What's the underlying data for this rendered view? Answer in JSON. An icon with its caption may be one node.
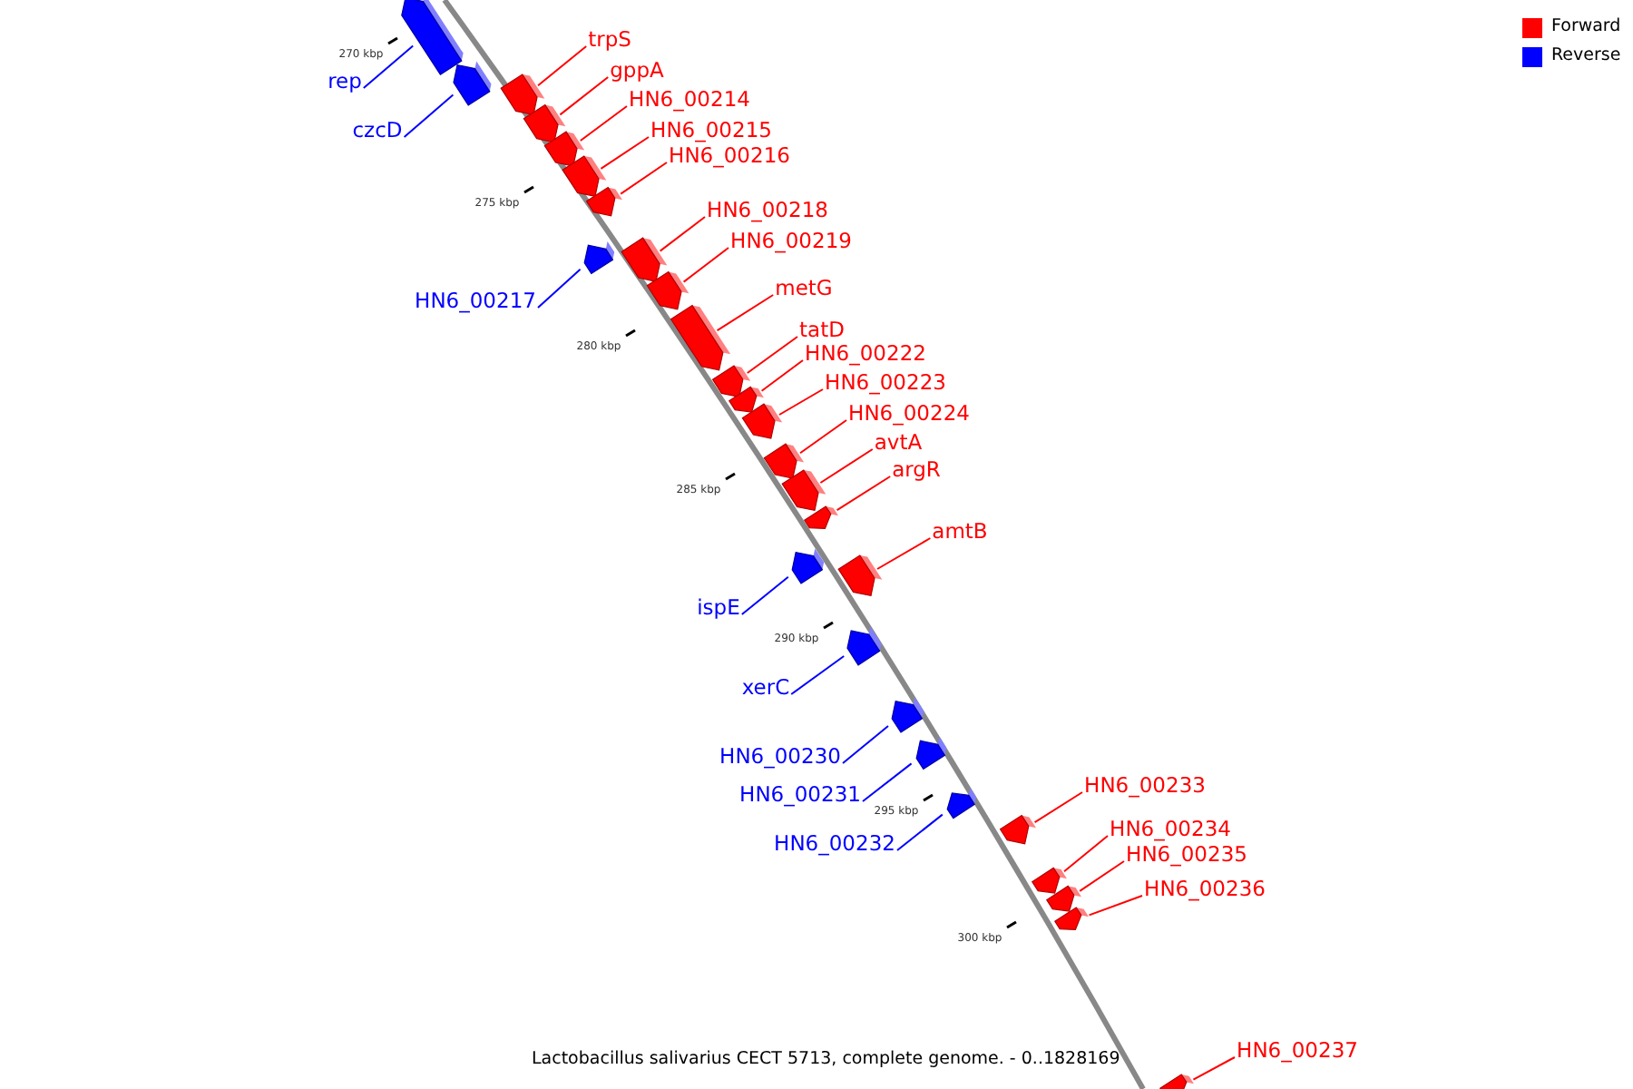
{
  "diagram": {
    "caption": "Lactobacillus salivarius CECT 5713, complete genome. - 0..1828169",
    "nodes": [
      {
        "text": [
          "rep"
        ]
      },
      {
        "text": [],
        "shape": "bar"
      },
      {
        "text": [
          "czcD"
        ]
      },
      {
        "text": [],
        "shape": "bar"
      },
      {
        "text": [
          "trpS"
        ]
      },
      {
        "text": [],
        "shape": "bar"
      },
      {
        "text": [
          "gppA"
        ]
      },
      {
        "text": [],
        "shape": "bar"
      },
      {
        "text": [
          "HN6_00214"
        ]
      },
      {
        "text": [],
        "shape": "bar"
      },
      {
        "text": [
          "HN6_00215"
        ]
      },
      {
        "text": [],
        "shape": "bar"
      },
      {
        "text": [
          "HN6_00216"
        ]
      },
      {
        "text": [],
        "shape": "bar"
      },
      {
        "text": [
          "HN6_00217"
        ]
      },
      {
        "text": [],
        "shape": "bar"
      },
      {
        "text": [
          "HN6_00218"
        ]
      },
      {
        "text": [],
        "shape": "bar"
      },
      {
        "text": [
          "HN6_00219"
        ]
      },
      {
        "text": [],
        "shape": "bar"
      },
      {
        "text": [
          "metG"
        ]
      },
      {
        "text": [],
        "shape": "bar"
      },
      {
        "text": [
          "tatD"
        ]
      },
      {
        "text": [],
        "shape": "bar"
      },
      {
        "text": [
          "HN6_00222"
        ]
      },
      {
        "text": [],
        "shape": "bar"
      },
      {
        "text": [
          "HN6_00223"
        ]
      },
      {
        "text": [],
        "shape": "bar"
      },
      {
        "text": [
          "HN6_00224"
        ]
      },
      {
        "text": [],
        "shape": "bar"
      },
      {
        "text": [
          "avtA"
        ]
      },
      {
        "text": [],
        "shape": "bar"
      },
      {
        "text": [
          "argR"
        ]
      },
      {
        "text": [],
        "shape": "bar"
      },
      {
        "text": [
          "amtB"
        ]
      },
      {
        "text": [],
        "shape": "bar"
      },
      {
        "text": [
          "ispE"
        ]
      },
      {
        "text": [],
        "shape": "bar"
      },
      {
        "text": [
          "xerC"
        ]
      },
      {
        "text": [],
        "shape": "bar"
      },
      {
        "text": [
          "HN6_00230"
        ]
      },
      {
        "text": [],
        "shape": "bar"
      },
      {
        "text": [
          "HN6_00231"
        ]
      },
      {
        "text": [],
        "shape": "bar"
      },
      {
        "text": [
          "HN6_00232"
        ]
      },
      {
        "text": [],
        "shape": "bar"
      },
      {
        "text": [
          "HN6_00233"
        ]
      },
      {
        "text": [],
        "shape": "bar"
      },
      {
        "text": [
          "HN6_00234"
        ]
      },
      {
        "text": [],
        "shape": "bar"
      },
      {
        "text": [
          "HN6_00235"
        ]
      },
      {
        "text": [],
        "shape": "bar"
      },
      {
        "text": [
          "HN6_00236"
        ]
      },
      {
        "text": [],
        "shape": "bar"
      },
      {
        "text": [
          "HN6_00237"
        ]
      },
      {
        "text": [],
        "shape": "bar"
      }
    ],
    "edges": [
      {
        "from": 0,
        "to": 1,
        "arrow": "none",
        "color": "#0000ff"
      },
      {
        "from": 2,
        "to": 3,
        "arrow": "none",
        "color": "#0000ff"
      },
      {
        "from": 4,
        "to": 5,
        "arrow": "none"
      },
      {
        "from": 6,
        "to": 7,
        "arrow": "none"
      },
      {
        "from": 8,
        "to": 9,
        "arrow": "none"
      },
      {
        "from": 10,
        "to": 11,
        "arrow": "none"
      },
      {
        "from": 12,
        "to": 13,
        "arrow": "none"
      },
      {
        "from": 14,
        "to": 15,
        "arrow": "none",
        "color": "#0000ff"
      },
      {
        "from": 16,
        "to": 17,
        "arrow": "none"
      },
      {
        "from": 18,
        "to": 19,
        "arrow": "none"
      },
      {
        "from": 20,
        "to": 21,
        "arrow": "none"
      },
      {
        "from": 22,
        "to": 23,
        "arrow": "none"
      },
      {
        "from": 24,
        "to": 25,
        "arrow": "none"
      },
      {
        "from": 26,
        "to": 27,
        "arrow": "none"
      },
      {
        "from": 28,
        "to": 29,
        "arrow": "none"
      },
      {
        "from": 30,
        "to": 31,
        "arrow": "none"
      },
      {
        "from": 32,
        "to": 33,
        "arrow": "none"
      },
      {
        "from": 34,
        "to": 35,
        "arrow": "none"
      },
      {
        "from": 36,
        "to": 37,
        "arrow": "none",
        "color": "#0000ff"
      },
      {
        "from": 38,
        "to": 39,
        "arrow": "none",
        "color": "#0000ff"
      },
      {
        "from": 40,
        "to": 41,
        "arrow": "none",
        "color": "#0000ff"
      },
      {
        "from": 42,
        "to": 43,
        "arrow": "none",
        "color": "#0000ff"
      },
      {
        "from": 44,
        "to": 45,
        "arrow": "none",
        "color": "#0000ff"
      },
      {
        "from": 46,
        "to": 47,
        "arrow": "none"
      },
      {
        "from": 48,
        "to": 49,
        "arrow": "none"
      },
      {
        "from": 50,
        "to": 51,
        "arrow": "none"
      },
      {
        "from": 52,
        "to": 53,
        "arrow": "none"
      },
      {
        "from": 54,
        "to": 55,
        "arrow": "none"
      }
    ],
    "labels": [
      "270 kbp",
      "275 kbp",
      "280 kbp",
      "285 kbp",
      "290 kbp",
      "295 kbp",
      "300 kbp"
    ],
    "legend": [
      {
        "text": "Forward",
        "color": "#ff0000"
      },
      {
        "text": "Reverse",
        "color": "#0000ff"
      }
    ]
  }
}
